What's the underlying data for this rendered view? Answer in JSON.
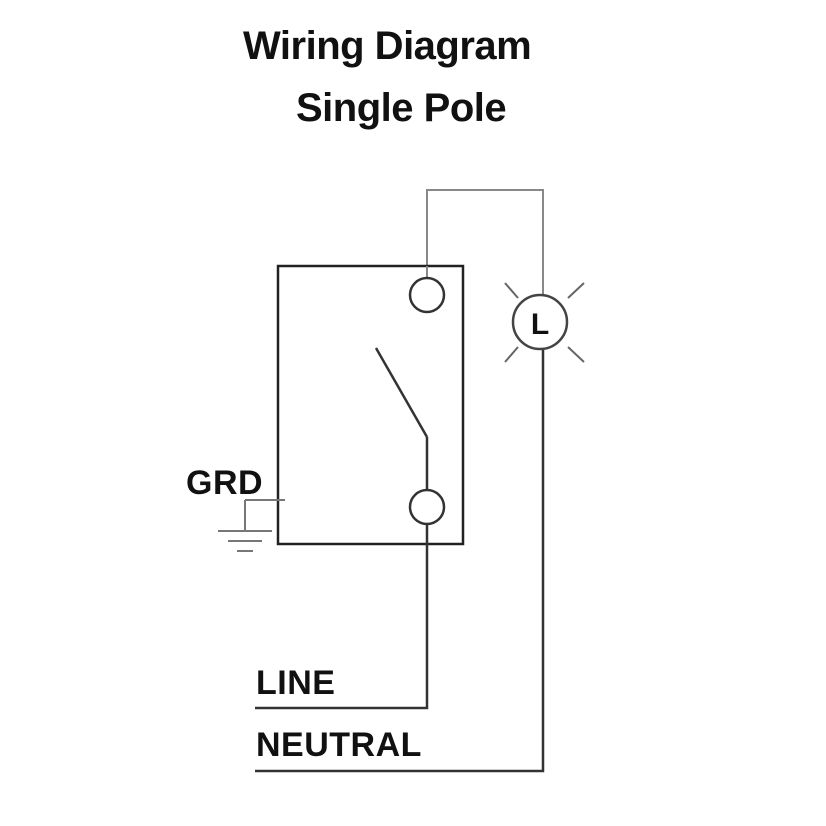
{
  "title": {
    "line1": "Wiring Diagram",
    "line2": "Single Pole"
  },
  "labels": {
    "ground": "GRD",
    "line": "LINE",
    "neutral": "NEUTRAL",
    "lamp": "L"
  },
  "colors": {
    "ink": "#111111",
    "wire": "#333333",
    "background": "#ffffff"
  }
}
